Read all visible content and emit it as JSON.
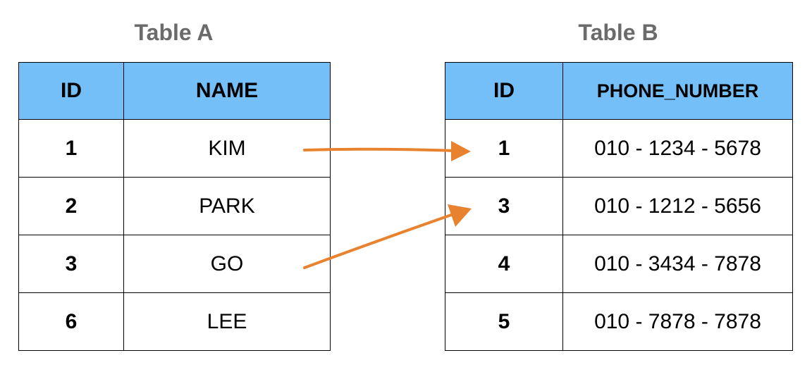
{
  "table_a": {
    "title": "Table A",
    "headers": [
      "ID",
      "NAME"
    ],
    "rows": [
      {
        "id": "1",
        "value": "KIM"
      },
      {
        "id": "2",
        "value": "PARK"
      },
      {
        "id": "3",
        "value": "GO"
      },
      {
        "id": "6",
        "value": "LEE"
      }
    ]
  },
  "table_b": {
    "title": "Table B",
    "headers": [
      "ID",
      "PHONE_NUMBER"
    ],
    "rows": [
      {
        "id": "1",
        "value": "010 - 1234 - 5678"
      },
      {
        "id": "3",
        "value": "010 - 1212 - 5656"
      },
      {
        "id": "4",
        "value": "010 - 3434 - 7878"
      },
      {
        "id": "5",
        "value": "010 - 7878 - 7878"
      }
    ]
  },
  "connections": [
    {
      "from_id": "1",
      "to_id": "1"
    },
    {
      "from_id": "3",
      "to_id": "3"
    }
  ],
  "colors": {
    "header_fill": "#74bff8",
    "arrow": "#e8822e",
    "title_text": "#6b6b6b"
  }
}
